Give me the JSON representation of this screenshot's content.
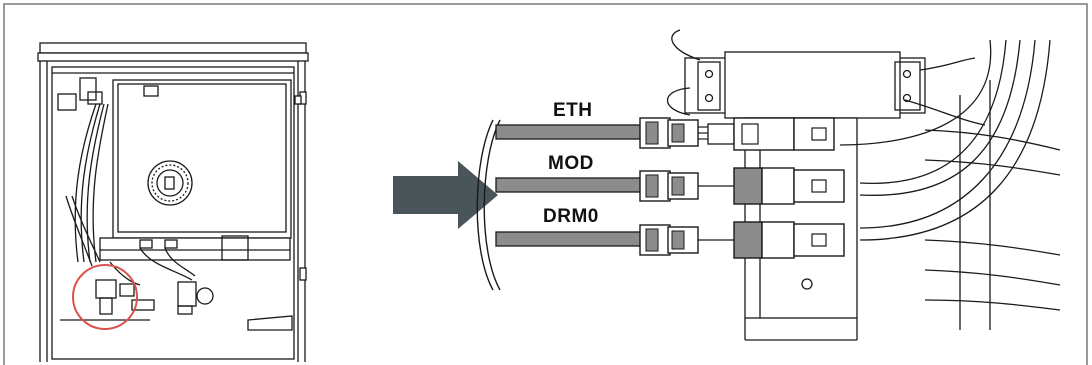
{
  "diagram": {
    "cables": [
      {
        "id": "eth",
        "label": "ETH"
      },
      {
        "id": "mod",
        "label": "MOD"
      },
      {
        "id": "drm0",
        "label": "DRM0"
      }
    ]
  },
  "colors": {
    "line": "#1a1a1a",
    "cable_gray": "#8c8c8c",
    "arrow": "#4a5559",
    "highlight_circle": "#d9534f",
    "frame": "#9a9a9a"
  }
}
